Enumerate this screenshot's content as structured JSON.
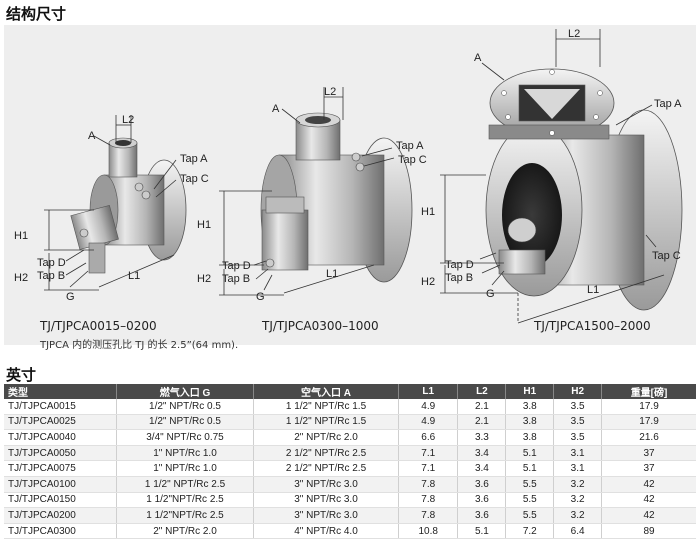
{
  "section1_title": "结构尺寸",
  "section2_title": "英寸",
  "figures": [
    {
      "caption": "TJ/TJPCA0015–0200"
    },
    {
      "caption": "TJ/TJPCA0300–1000"
    },
    {
      "caption": "TJ/TJPCA1500–2000"
    }
  ],
  "note": "TJPCA 内的测压孔比 TJ 的长 2.5”(64 mm).",
  "labels": {
    "A": "A",
    "tap_a": "Tap A",
    "tap_c": "Tap C",
    "tap_d": "Tap D",
    "tap_b": "Tap B",
    "g": "G",
    "h1": "H1",
    "h2": "H2",
    "l1": "L1",
    "l2": "L2"
  },
  "table": {
    "headers": [
      "类型",
      "燃气入口 G",
      "空气入口 A",
      "L1",
      "L2",
      "H1",
      "H2",
      "重量[磅]"
    ],
    "rows": [
      [
        "TJ/TJPCA0015",
        "1/2\" NPT/Rc 0.5",
        "1 1/2\" NPT/Rc 1.5",
        "4.9",
        "2.1",
        "3.8",
        "3.5",
        "17.9"
      ],
      [
        "TJ/TJPCA0025",
        "1/2\" NPT/Rc 0.5",
        "1 1/2\" NPT/Rc 1.5",
        "4.9",
        "2.1",
        "3.8",
        "3.5",
        "17.9"
      ],
      [
        "TJ/TJPCA0040",
        "3/4\" NPT/Rc 0.75",
        "2\" NPT/Rc 2.0",
        "6.6",
        "3.3",
        "3.8",
        "3.5",
        "21.6"
      ],
      [
        "TJ/TJPCA0050",
        "1\" NPT/Rc 1.0",
        "2 1/2\" NPT/Rc 2.5",
        "7.1",
        "3.4",
        "5.1",
        "3.1",
        "37"
      ],
      [
        "TJ/TJPCA0075",
        "1\" NPT/Rc 1.0",
        "2 1/2\" NPT/Rc 2.5",
        "7.1",
        "3.4",
        "5.1",
        "3.1",
        "37"
      ],
      [
        "TJ/TJPCA0100",
        "1 1/2\" NPT/Rc 2.5",
        "3\" NPT/Rc 3.0",
        "7.8",
        "3.6",
        "5.5",
        "3.2",
        "42"
      ],
      [
        "TJ/TJPCA0150",
        "1 1/2\"NPT/Rc 2.5",
        "3\" NPT/Rc 3.0",
        "7.8",
        "3.6",
        "5.5",
        "3.2",
        "42"
      ],
      [
        "TJ/TJPCA0200",
        "1 1/2\"NPT/Rc 2.5",
        "3\" NPT/Rc 3.0",
        "7.8",
        "3.6",
        "5.5",
        "3.2",
        "42"
      ],
      [
        "TJ/TJPCA0300",
        "2\" NPT/Rc 2.0",
        "4\" NPT/Rc 4.0",
        "10.8",
        "5.1",
        "7.2",
        "6.4",
        "89"
      ]
    ]
  }
}
